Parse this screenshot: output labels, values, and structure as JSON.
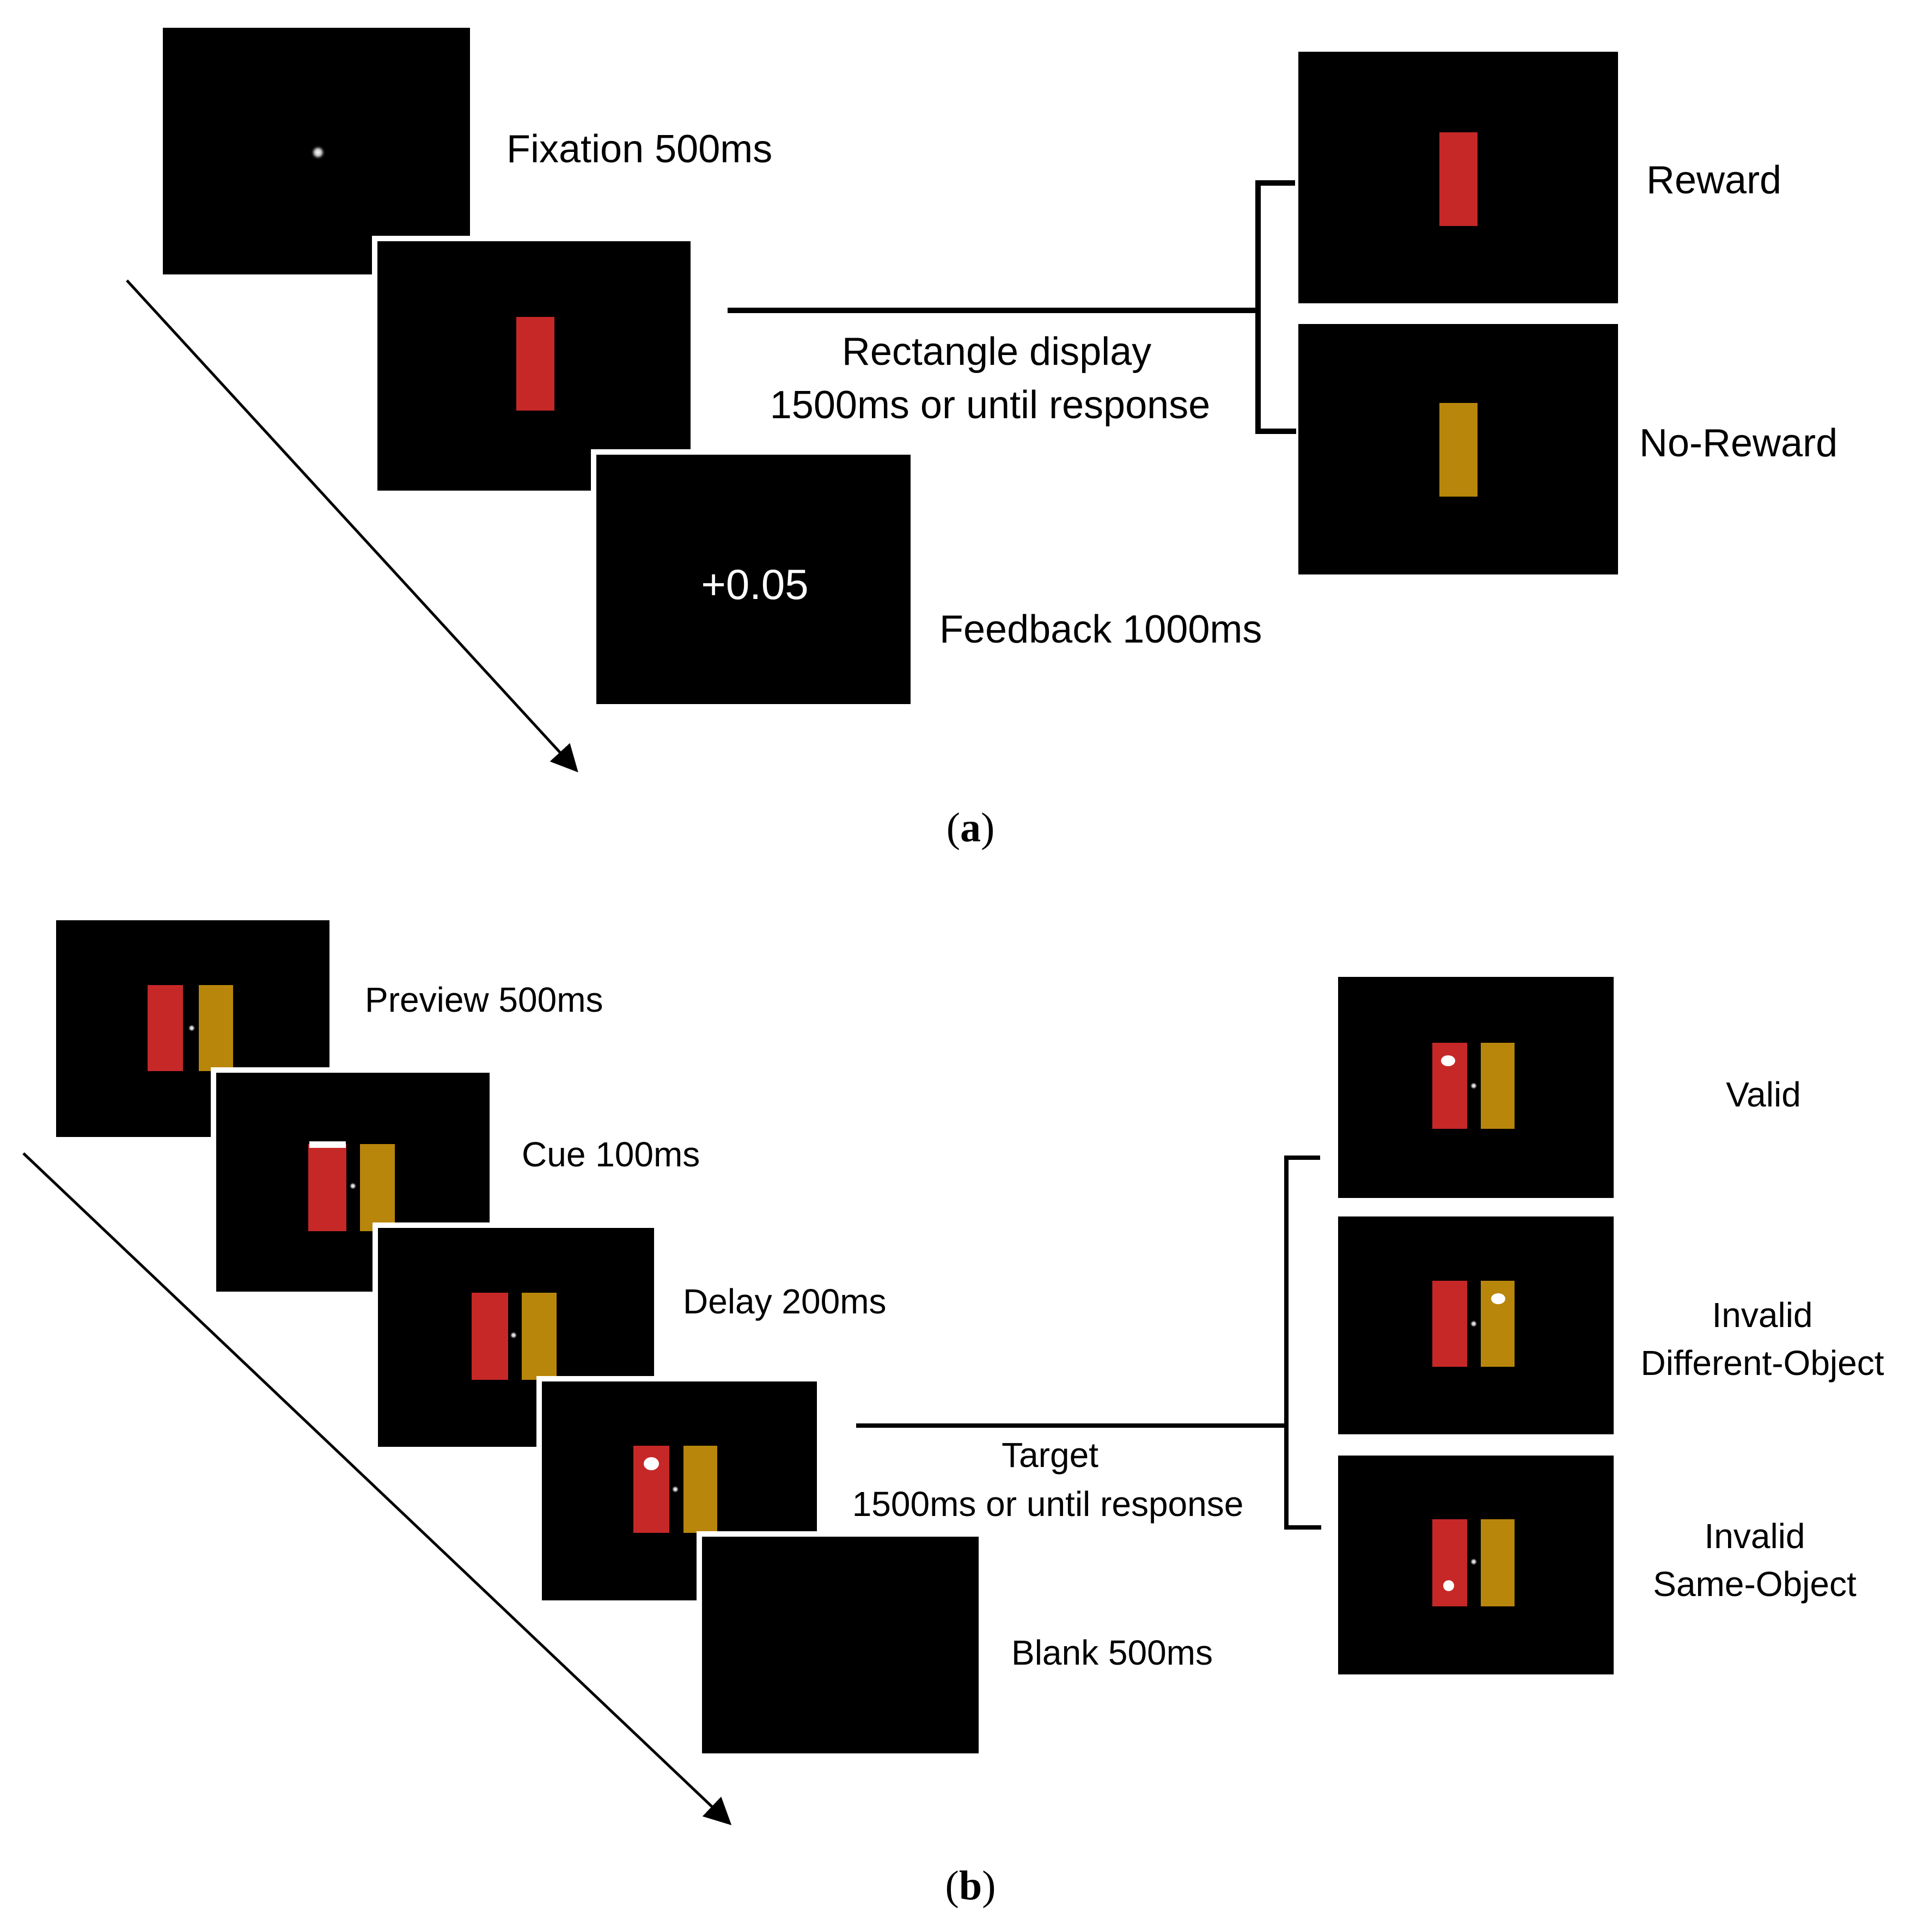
{
  "panel_a": {
    "caption_open": "(",
    "caption_letter": "a",
    "caption_close": ")",
    "fixation_label": "Fixation 500ms",
    "rect_display_line1": "Rectangle display",
    "rect_display_line2": "1500ms or until response",
    "feedback_value": "+0.05",
    "feedback_label": "Feedback 1000ms",
    "reward_label": "Reward",
    "no_reward_label": "No-Reward"
  },
  "panel_b": {
    "caption_open": "(",
    "caption_letter": "b",
    "caption_close": ")",
    "preview_label": "Preview 500ms",
    "cue_label": "Cue 100ms",
    "delay_label": "Delay 200ms",
    "target_line1": "Target",
    "target_line2": "1500ms or until response",
    "blank_label": "Blank 500ms",
    "valid_label": "Valid",
    "invalid_diff_line1": "Invalid",
    "invalid_diff_line2": "Different-Object",
    "invalid_same_line1": "Invalid",
    "invalid_same_line2": "Same-Object"
  },
  "colors": {
    "screen": "#000000",
    "red_rect": "#c62828",
    "gold_rect": "#b8860b",
    "target_dot": "#ffffff"
  }
}
